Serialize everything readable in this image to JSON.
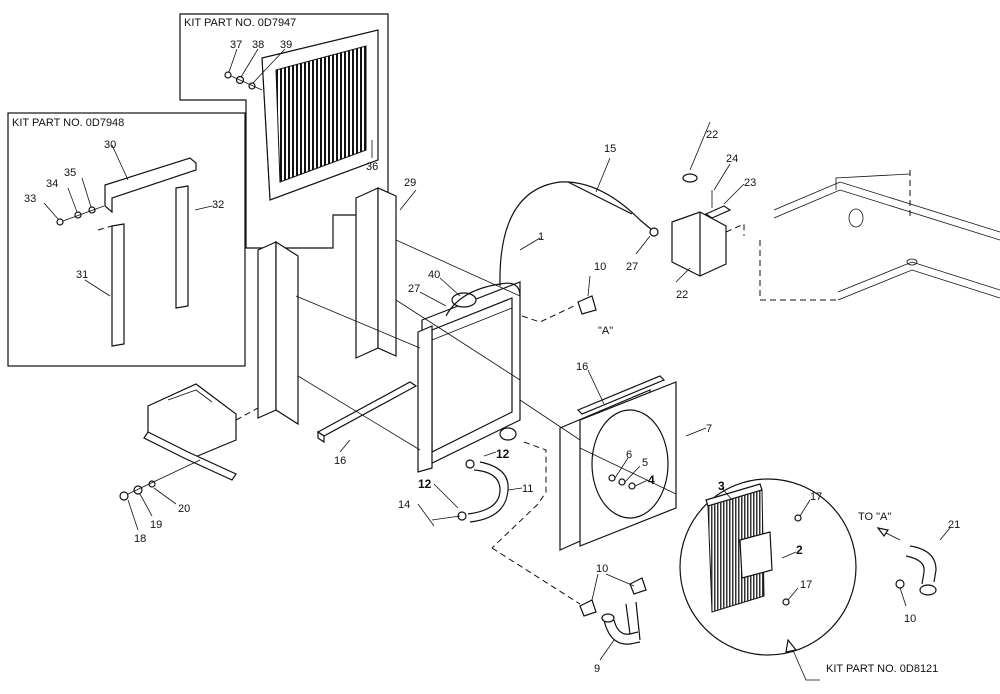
{
  "kits": [
    {
      "id": "kit-0d7947",
      "label": "KIT PART NO. 0D7947"
    },
    {
      "id": "kit-0d7948",
      "label": "KIT PART NO. 0D7948"
    },
    {
      "id": "kit-0d8121",
      "label": "KIT PART NO. 0D8121"
    }
  ],
  "reference": {
    "a_label": "\"A\"",
    "to_a_label": "TO \"A\""
  },
  "callouts": [
    {
      "id": "37",
      "text": "37"
    },
    {
      "id": "38",
      "text": "38"
    },
    {
      "id": "39",
      "text": "39"
    },
    {
      "id": "36",
      "text": "36"
    },
    {
      "id": "30",
      "text": "30"
    },
    {
      "id": "33",
      "text": "33"
    },
    {
      "id": "34",
      "text": "34"
    },
    {
      "id": "35",
      "text": "35"
    },
    {
      "id": "32",
      "text": "32"
    },
    {
      "id": "31",
      "text": "31"
    },
    {
      "id": "29",
      "text": "29"
    },
    {
      "id": "15",
      "text": "15"
    },
    {
      "id": "22a",
      "text": "22"
    },
    {
      "id": "24",
      "text": "24"
    },
    {
      "id": "23",
      "text": "23"
    },
    {
      "id": "27a",
      "text": "27"
    },
    {
      "id": "22b",
      "text": "22"
    },
    {
      "id": "1",
      "text": "1"
    },
    {
      "id": "40",
      "text": "40"
    },
    {
      "id": "27b",
      "text": "27"
    },
    {
      "id": "10a",
      "text": "10"
    },
    {
      "id": "16a",
      "text": "16"
    },
    {
      "id": "7",
      "text": "7"
    },
    {
      "id": "16b",
      "text": "16"
    },
    {
      "id": "6",
      "text": "6"
    },
    {
      "id": "5",
      "text": "5"
    },
    {
      "id": "4",
      "text": "4"
    },
    {
      "id": "12a",
      "text": "12"
    },
    {
      "id": "12b",
      "text": "12"
    },
    {
      "id": "11",
      "text": "11"
    },
    {
      "id": "14",
      "text": "14"
    },
    {
      "id": "20",
      "text": "20"
    },
    {
      "id": "19",
      "text": "19"
    },
    {
      "id": "18",
      "text": "18"
    },
    {
      "id": "3",
      "text": "3"
    },
    {
      "id": "17a",
      "text": "17"
    },
    {
      "id": "2",
      "text": "2"
    },
    {
      "id": "17b",
      "text": "17"
    },
    {
      "id": "21",
      "text": "21"
    },
    {
      "id": "10b",
      "text": "10"
    },
    {
      "id": "10c",
      "text": "10"
    },
    {
      "id": "9",
      "text": "9"
    }
  ]
}
